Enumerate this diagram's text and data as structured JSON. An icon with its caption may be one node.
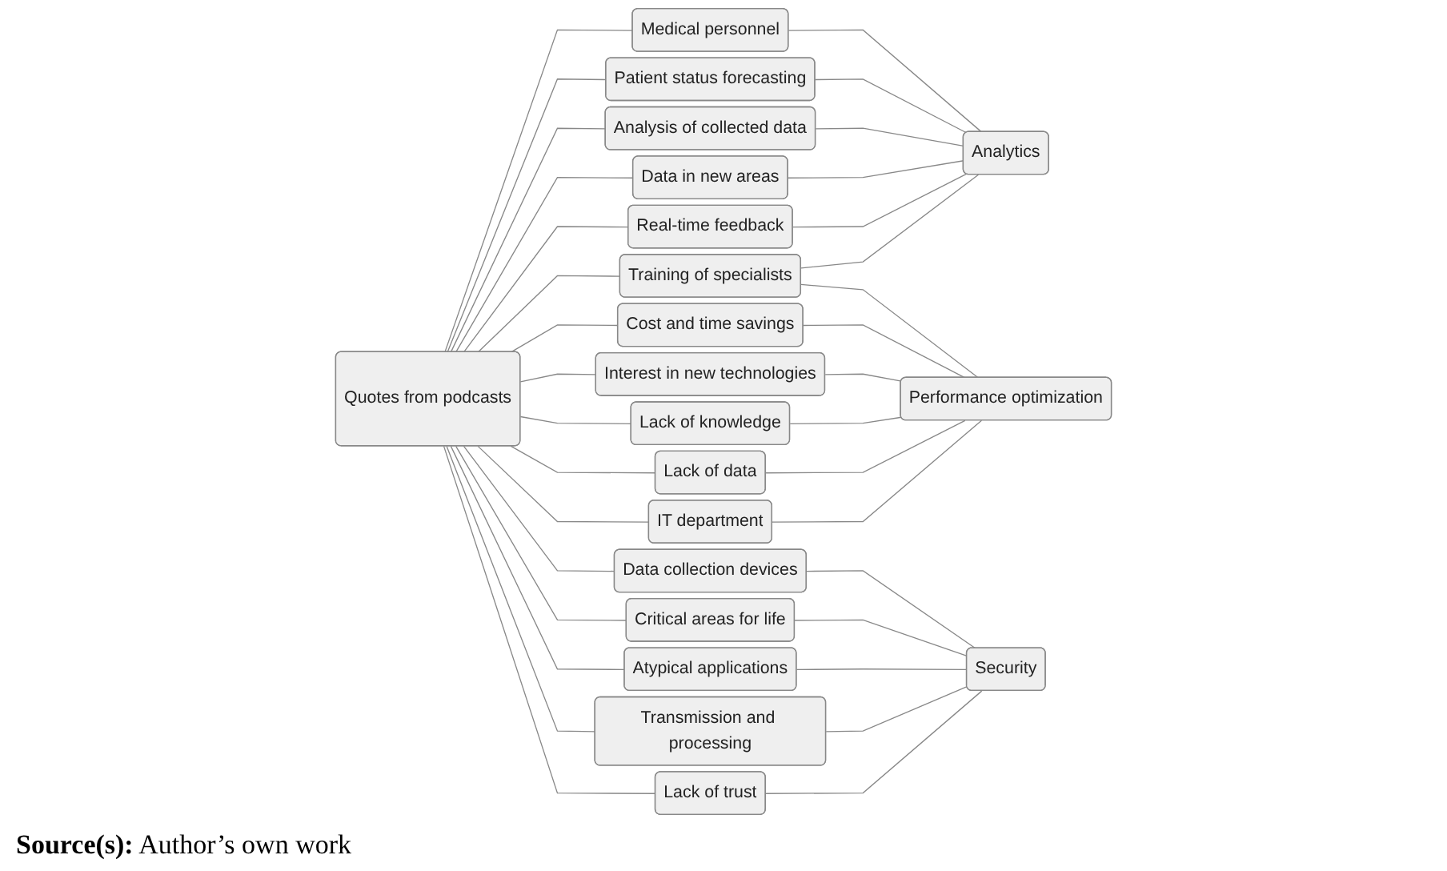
{
  "diagram": {
    "caption": "**Source(s):** Author’s own work",
    "nodes": [
      {
        "text": [
          "Quotes from podcasts"
        ]
      },
      {
        "text": [
          "Medical personnel"
        ]
      },
      {
        "text": [
          "Patient status forecasting"
        ]
      },
      {
        "text": [
          "Analysis of collected data"
        ]
      },
      {
        "text": [
          "Data in new areas"
        ]
      },
      {
        "text": [
          "Real-time feedback"
        ]
      },
      {
        "text": [
          "Training of specialists"
        ]
      },
      {
        "text": [
          "Data collection devices"
        ]
      },
      {
        "text": [
          "Critical areas for life"
        ]
      },
      {
        "text": [
          "Atypical applications"
        ]
      },
      {
        "text": [
          "Transmission and processing"
        ]
      },
      {
        "text": [
          "Lack of trust"
        ]
      },
      {
        "text": [
          "Cost and time savings"
        ]
      },
      {
        "text": [
          "Interest in new technologies"
        ]
      },
      {
        "text": [
          "Lack of knowledge"
        ]
      },
      {
        "text": [
          "Lack of data"
        ]
      },
      {
        "text": [
          "IT department"
        ]
      },
      {
        "text": [
          "Analytics"
        ]
      },
      {
        "text": [
          "Security"
        ]
      },
      {
        "text": [
          "Performance optimization"
        ]
      }
    ],
    "edges": [
      {
        "from": 0,
        "to": 1,
        "arrow": "none"
      },
      {
        "from": 0,
        "to": 2,
        "arrow": "none"
      },
      {
        "from": 0,
        "to": 3,
        "arrow": "none"
      },
      {
        "from": 0,
        "to": 4,
        "arrow": "none"
      },
      {
        "from": 0,
        "to": 5,
        "arrow": "none"
      },
      {
        "from": 0,
        "to": 6,
        "arrow": "none"
      },
      {
        "from": 0,
        "to": 7,
        "arrow": "none"
      },
      {
        "from": 0,
        "to": 8,
        "arrow": "none"
      },
      {
        "from": 0,
        "to": 9,
        "arrow": "none"
      },
      {
        "from": 0,
        "to": 10,
        "arrow": "none"
      },
      {
        "from": 0,
        "to": 11,
        "arrow": "none"
      },
      {
        "from": 0,
        "to": 12,
        "arrow": "none"
      },
      {
        "from": 0,
        "to": 13,
        "arrow": "none"
      },
      {
        "from": 0,
        "to": 14,
        "arrow": "none"
      },
      {
        "from": 0,
        "to": 15,
        "arrow": "none"
      },
      {
        "from": 0,
        "to": 16,
        "arrow": "none"
      },
      {
        "from": 1,
        "to": 17,
        "arrow": "none"
      },
      {
        "from": 2,
        "to": 17,
        "arrow": "none"
      },
      {
        "from": 3,
        "to": 17,
        "arrow": "none"
      },
      {
        "from": 4,
        "to": 17,
        "arrow": "none"
      },
      {
        "from": 5,
        "to": 17,
        "arrow": "none"
      },
      {
        "from": 6,
        "to": 17,
        "arrow": "none"
      },
      {
        "from": 6,
        "to": 19,
        "arrow": "none"
      },
      {
        "from": 7,
        "to": 18,
        "arrow": "none"
      },
      {
        "from": 8,
        "to": 18,
        "arrow": "none"
      },
      {
        "from": 9,
        "to": 18,
        "arrow": "none"
      },
      {
        "from": 10,
        "to": 18,
        "arrow": "none"
      },
      {
        "from": 11,
        "to": 18,
        "arrow": "none"
      },
      {
        "from": 12,
        "to": 19,
        "arrow": "none"
      },
      {
        "from": 13,
        "to": 19,
        "arrow": "none"
      },
      {
        "from": 14,
        "to": 19,
        "arrow": "none"
      },
      {
        "from": 15,
        "to": 19,
        "arrow": "none"
      },
      {
        "from": 16,
        "to": 19,
        "arrow": "none"
      }
    ]
  }
}
